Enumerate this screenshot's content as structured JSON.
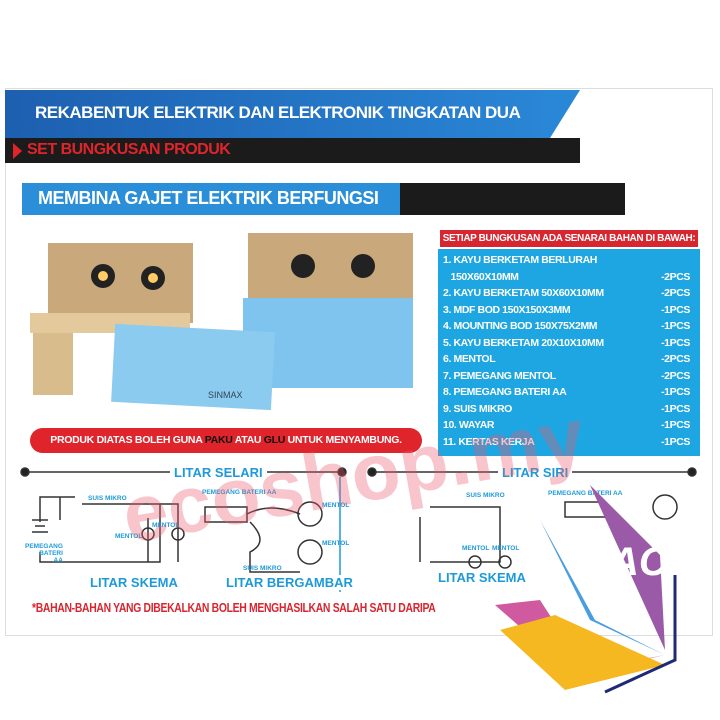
{
  "header": {
    "title": "REKABENTUK ELEKTRIK DAN ELEKTRONIK TINGKATAN DUA",
    "subtitle": "SET BUNGKUSAN PRODUK"
  },
  "section_title": "MEMBINA GAJET ELEKTRIK BERFUNGSI",
  "product": {
    "brand": "SINMAX"
  },
  "list": {
    "heading": "SETIAP BUNGKUSAN ADA SENARAI BAHAN DI BAWAH:",
    "items": [
      {
        "name": "1. KAYU BERKETAM BERLURAH",
        "qty": ""
      },
      {
        "name": "   150X60X10MM",
        "qty": "-2PCS"
      },
      {
        "name": "2. KAYU BERKETAM 50X60X10MM",
        "qty": "-2PCS"
      },
      {
        "name": "3. MDF BOD 150X150X3MM",
        "qty": "-1PCS"
      },
      {
        "name": "4. MOUNTING BOD 150X75X2MM",
        "qty": "-1PCS"
      },
      {
        "name": "5. KAYU BERKETAM 20X10X10MM",
        "qty": "-1PCS"
      },
      {
        "name": "6. MENTOL",
        "qty": "-2PCS"
      },
      {
        "name": "7. PEMEGANG MENTOL",
        "qty": "-2PCS"
      },
      {
        "name": "8. PEMEGANG BATERI AA",
        "qty": "-1PCS"
      },
      {
        "name": "9. SUIS MIKRO",
        "qty": "-1PCS"
      },
      {
        "name": "10. WAYAR",
        "qty": "-1PCS"
      },
      {
        "name": "11. KERTAS KERJA",
        "qty": "-1PCS"
      }
    ]
  },
  "note": {
    "a": "PRODUK DIATAS BOLEH GUNA ",
    "b": "PAKU",
    "c": " ATAU ",
    "d": "GLU",
    "e": " UNTUK MENYAMBUNG."
  },
  "parallel": {
    "title": "LITAR SELARI",
    "switch": "SUIS MIKRO",
    "lamp": "MENTOL",
    "battery1": "PEMEGANG",
    "battery2": "BATERI",
    "battery3": "AA",
    "holder": "PEMEGANG BATERI AA",
    "schema": "LITAR SKEMA",
    "pictorial": "LITAR BERGAMBAR"
  },
  "series": {
    "title": "LITAR SIRI",
    "switch": "SUIS MIKRO",
    "lamp": "MENTOL",
    "holder": "PEMEGANG BATERI AA",
    "schema": "LITAR SKEMA"
  },
  "footnote": "*BAHAN-BAHAN YANG DIBEKALKAN BOLEH MENGHASILKAN SALAH SATU DARIPA",
  "watermark": "ecoshop.my",
  "logo": "AC"
}
